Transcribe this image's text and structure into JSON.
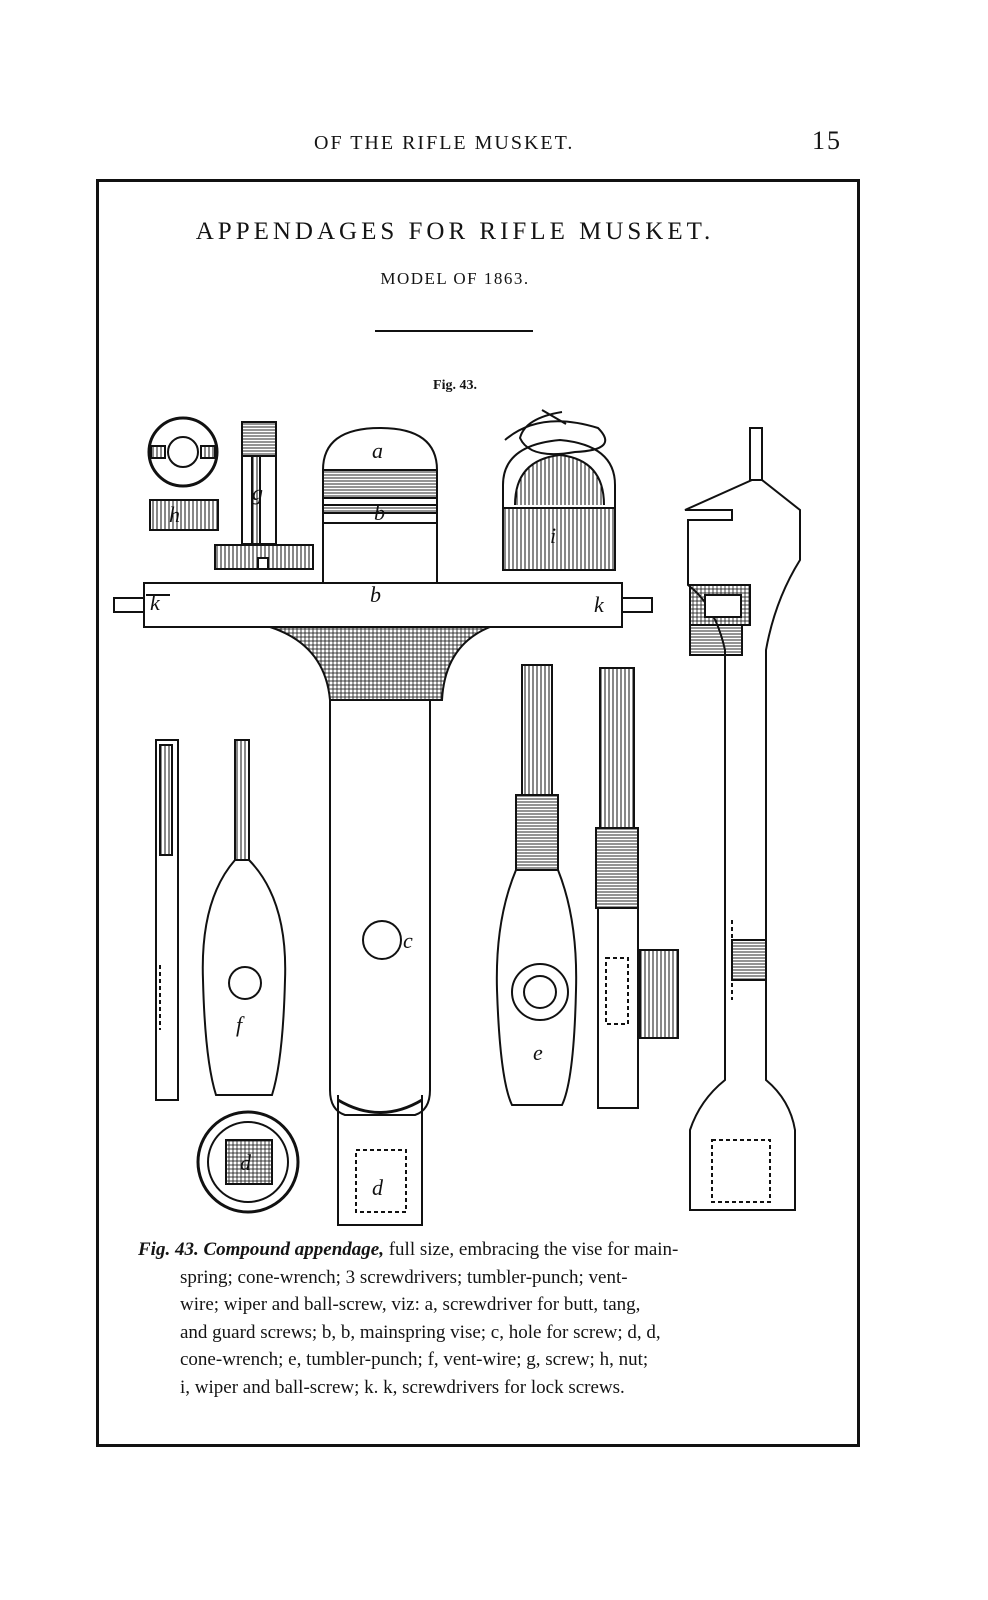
{
  "header": {
    "running_title": "OF THE RIFLE MUSKET.",
    "page_number": "15"
  },
  "plate": {
    "title": "APPENDAGES FOR RIFLE MUSKET.",
    "subtitle": "MODEL OF 1863.",
    "figure_label": "Fig. 43.",
    "part_letters": {
      "a": "a",
      "b": "b",
      "c": "c",
      "d": "d",
      "e": "e",
      "f": "f",
      "g": "g",
      "h": "h",
      "i": "i",
      "k": "k"
    }
  },
  "caption": {
    "lead": "Fig. 43. Compound appendage,",
    "lines": [
      "full size, embracing the vise for main-",
      "spring; cone-wrench; 3 screwdrivers; tumbler-punch; vent-",
      "wire; wiper and ball-screw, viz: a, screwdriver for butt, tang,",
      "and guard screws; b, b, mainspring vise; c, hole for screw; d, d,",
      "cone-wrench; e, tumbler-punch; f, vent-wire; g, screw; h, nut;",
      "i, wiper and ball-screw; k. k, screwdrivers for lock screws."
    ]
  }
}
